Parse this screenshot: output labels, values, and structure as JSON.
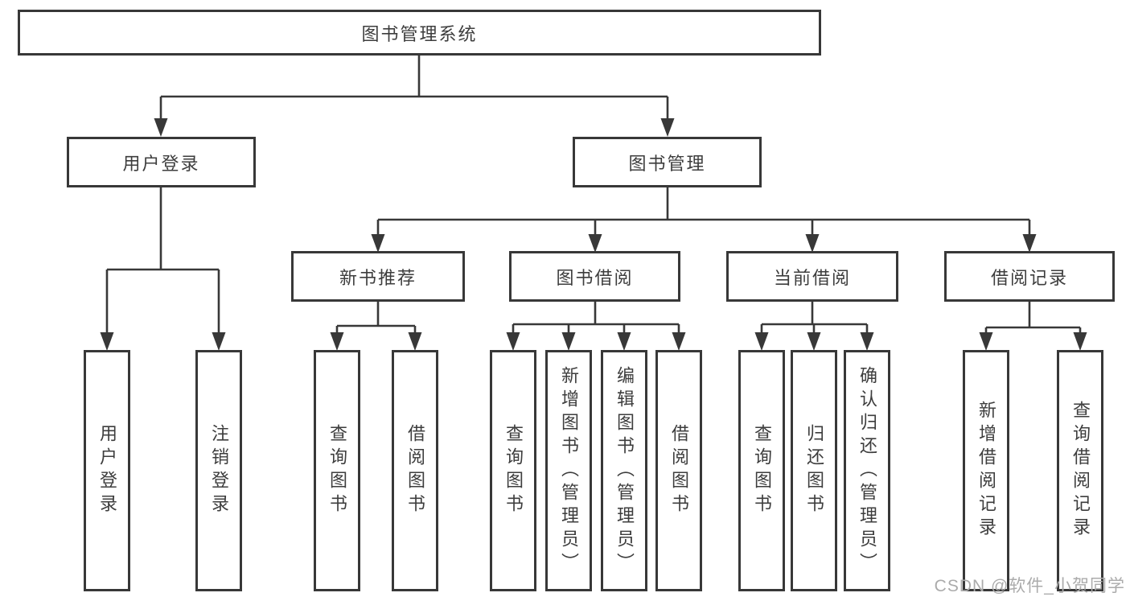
{
  "diagram": {
    "root": "图书管理系统",
    "user_login": {
      "label": "用户登录",
      "children": [
        "用户登录",
        "注销登录"
      ]
    },
    "book_mgmt": {
      "label": "图书管理",
      "new_books": {
        "label": "新书推荐",
        "children": [
          "查询图书",
          "借阅图书"
        ]
      },
      "book_borrow": {
        "label": "图书借阅",
        "children": [
          "查询图书",
          "新增图书（管理员）",
          "编辑图书（管理员）",
          "借阅图书"
        ]
      },
      "current_borrow": {
        "label": "当前借阅",
        "children": [
          "查询图书",
          "归还图书",
          "确认归还（管理员）"
        ]
      },
      "borrow_records": {
        "label": "借阅记录",
        "children": [
          "新增借阅记录",
          "查询借阅记录"
        ]
      }
    },
    "line_color": "#383838"
  },
  "watermark": "CSDN @软件_小贺同学"
}
